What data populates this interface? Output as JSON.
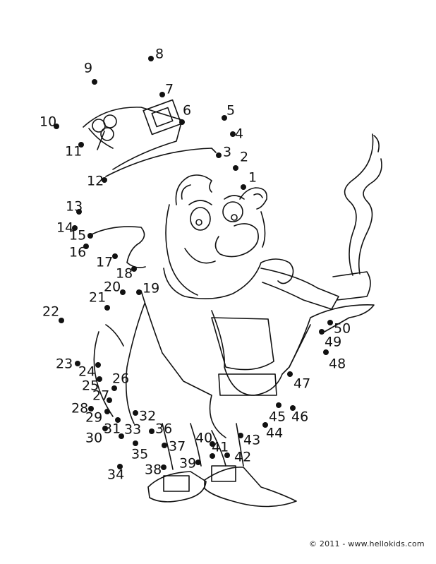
{
  "worksheet": {
    "copyright": "© 2011 - www.hellokids.com",
    "dot_labels": [
      "1",
      "2",
      "3",
      "4",
      "5",
      "6",
      "7",
      "8",
      "9",
      "10",
      "11",
      "12",
      "13",
      "14",
      "15",
      "16",
      "17",
      "18",
      "19",
      "20",
      "21",
      "22",
      "23",
      "24",
      "25",
      "26",
      "27",
      "28",
      "29",
      "30",
      "31",
      "32",
      "33",
      "34",
      "35",
      "36",
      "37",
      "38",
      "39",
      "40",
      "41",
      "42",
      "43",
      "44",
      "45",
      "46",
      "47",
      "48",
      "49",
      "50"
    ],
    "line_color": "#111111"
  }
}
